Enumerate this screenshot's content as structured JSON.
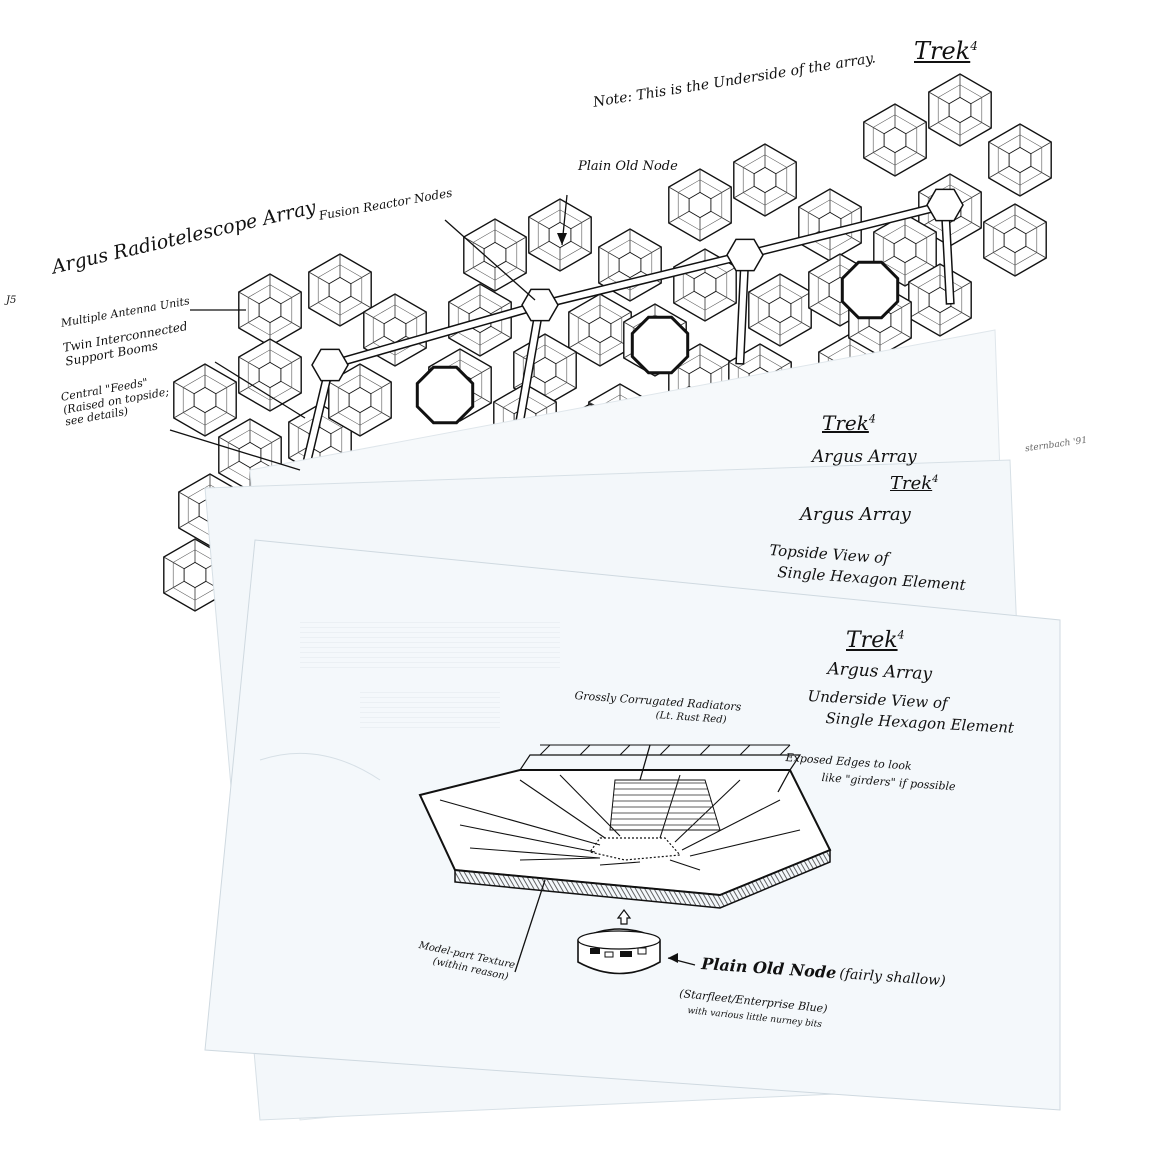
{
  "top_sheet": {
    "brand": "Trek",
    "brand_superscript": "4",
    "note": "Note: This is the Underside of the array.",
    "note_underlined_word": "Underside",
    "title": "Argus Radiotelescope Array",
    "bullets": [
      "Multiple Antenna Units",
      "Twin Interconnected Support Booms",
      "Central \"Feeds\" (Raised on topside; see details)"
    ],
    "callouts": {
      "plain_old_node": "Plain Old Node",
      "fusion_reactor_nodes": "Fusion Reactor Nodes"
    },
    "corner_mark": "J5",
    "signature": "sternbach '91"
  },
  "middle_sheet": {
    "brand": "Trek",
    "brand_superscript": "4",
    "title": "Argus Array"
  },
  "second_sheet": {
    "brand": "Trek",
    "brand_superscript": "4",
    "title": "Argus Array",
    "subtitle_line1": "Topside View of",
    "subtitle_line2": "Single Hexagon Element"
  },
  "front_sheet": {
    "brand": "Trek",
    "brand_superscript": "4",
    "title": "Argus Array",
    "subtitle_line1": "Underside View of",
    "subtitle_line2": "Single Hexagon Element",
    "callouts": {
      "radiators_line1": "Grossly Corrugated Radiators",
      "radiators_line2": "(Lt. Rust Red)",
      "edges_line1": "Exposed Edges to look",
      "edges_line2": "like \"girders\" if possible",
      "texture_line1": "Model-part Texture",
      "texture_line2": "(within reason)",
      "node_main": "Plain Old Node",
      "node_paren": "(fairly shallow)",
      "node_color": "(Starfleet/Enterprise Blue)",
      "node_detail": "with various little nurney bits"
    }
  },
  "colors": {
    "paper": "#ffffff",
    "sheet_blue": "#f4f8fb",
    "ink": "#111111"
  }
}
